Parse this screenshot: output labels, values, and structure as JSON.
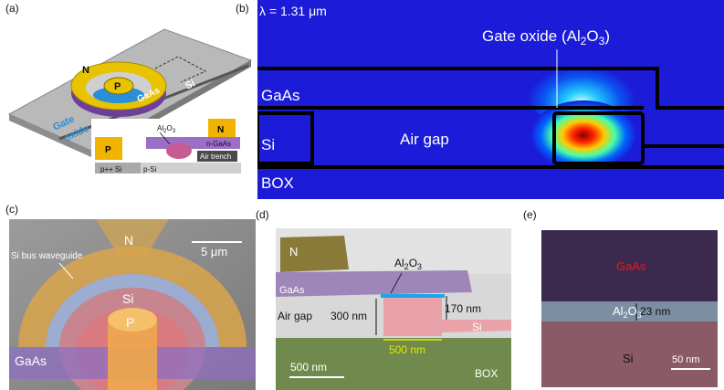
{
  "panels": {
    "a": {
      "label": "(a)",
      "n_contact": "N",
      "p_contact": "P",
      "si": "Si",
      "gaas": "GaAs",
      "gate_oxide_line1": "Gate",
      "gate_oxide_line2": "oxide",
      "inset": {
        "al2o3_prefix": "Al",
        "al2o3_sub1": "2",
        "al2o3_mid": "O",
        "al2o3_sub2": "3",
        "n": "N",
        "p": "P",
        "n_gaas": "n-GaAs",
        "air_trench": "Air trench",
        "ppp_si": "p++ Si",
        "p_si": "p-Si"
      }
    },
    "b": {
      "label": "(b)",
      "wavelength": "λ = 1.31 μm",
      "gate_oxide_prefix": "Gate oxide (Al",
      "gate_oxide_sub1": "2",
      "gate_oxide_mid": "O",
      "gate_oxide_sub2": "3",
      "gate_oxide_suffix": ")",
      "gaas": "GaAs",
      "si": "Si",
      "air_gap": "Air gap",
      "box": "BOX"
    },
    "c": {
      "label": "(c)",
      "bus": "Si bus waveguide",
      "n": "N",
      "scale": "5 μm",
      "si": "Si",
      "p": "P",
      "gaas": "GaAs"
    },
    "d": {
      "label": "(d)",
      "n": "N",
      "al2o3_prefix": "Al",
      "al2o3_sub1": "2",
      "al2o3_mid": "O",
      "al2o3_sub2": "3",
      "gaas": "GaAs",
      "thick_170": "170 nm",
      "air_gap": "Air gap",
      "thick_300": "300 nm",
      "si": "Si",
      "width_500": "500 nm",
      "scale": "500 nm",
      "box": "BOX"
    },
    "e": {
      "label": "(e)",
      "gaas": "GaAs",
      "al2o3_prefix": "Al",
      "al2o3_sub1": "2",
      "al2o3_mid": "O",
      "al2o3_sub2": "3",
      "thick_23": "23 nm",
      "si": "Si",
      "scale": "50 nm"
    }
  },
  "colors": {
    "field_background": "#1b1bd8",
    "gaas_purple": "#8a56b8",
    "gold": "#e8b400",
    "si_pink": "#e59aa3",
    "box_green": "#6e8a4e",
    "red_label": "#e01b1b"
  }
}
